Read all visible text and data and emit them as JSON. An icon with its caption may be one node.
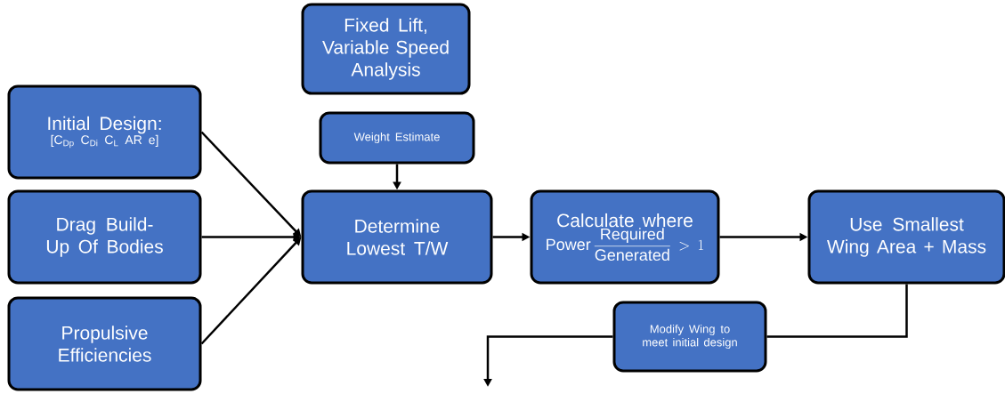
{
  "diagram": {
    "nodes": [
      {
        "text": [
          "Fixed Lift, Variable Speed Analysis"
        ]
      },
      {
        "text": [
          "Weight Estimate"
        ]
      },
      {
        "text": [
          "Initial Design:",
          "[C$_{Dp}$ C$_{Di}$ C$_{L}$ AR e]"
        ]
      },
      {
        "text": [
          "Drag Build-Up Of Bodies"
        ]
      },
      {
        "text": [
          "Determine Lowest T/W"
        ]
      },
      {
        "text": [
          "Calculate where",
          "\\textrm{Power}\\,\\frac{\\textrm{Required}}{\\textrm{Generated}} > 1"
        ]
      },
      {
        "text": [
          "Use Smallest Wing Area + Mass"
        ]
      },
      {
        "text": [
          "Propulsive Efficiencies"
        ]
      },
      {
        "text": [
          "Modify Wing to meet initial design"
        ]
      }
    ],
    "edges": [
      {
        "from": 1,
        "to": 4,
        "arrow": "to"
      },
      {
        "from": 2,
        "to": 4,
        "arrow": "to"
      },
      {
        "from": 3,
        "to": 4,
        "arrow": "to"
      },
      {
        "from": 7,
        "to": 4,
        "arrow": "to"
      },
      {
        "from": 4,
        "to": 5,
        "arrow": "to"
      },
      {
        "from": 5,
        "to": 6,
        "arrow": "to"
      },
      {
        "from": 6,
        "to": 8,
        "arrow": "none"
      },
      {
        "from": 8,
        "to": null,
        "arrow": "to"
      }
    ]
  }
}
